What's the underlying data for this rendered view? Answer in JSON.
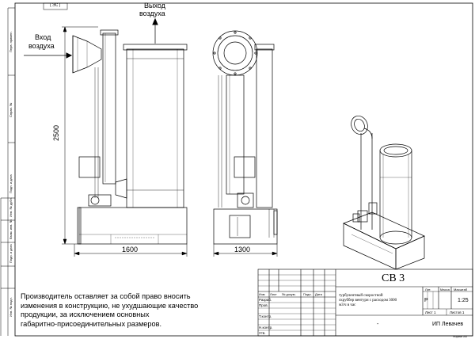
{
  "labels": {
    "top_code": "( ЭС )",
    "inlet_line1": "Вход",
    "inlet_line2": "воздуха",
    "outlet_line1": "Выход",
    "outlet_line2": "воздуха",
    "dim_height": "2500",
    "dim_width_front": "1600",
    "dim_width_side": "1300"
  },
  "side_strip": [
    "Перв. примен.",
    "Справ. №",
    "Подп. и дата",
    "Инв. № дубл.",
    "Взам. инв. №",
    "Подп. и дата",
    "Инв. № подл."
  ],
  "note": {
    "line1": "Производитель оставляет за собой право вносить",
    "line2": "изменения в конструкцию, не ухудшающие качество",
    "line3": "продукции, за исключением основных",
    "line4": "габаритно-присоединительных размеров."
  },
  "title_block": {
    "designation": "СВ 3",
    "name_line1": "турбулентный скоростной",
    "name_line2": "скруббер вентури с расходом 3000",
    "name_line3": "м3/ч в час",
    "col_lit": "Лит.",
    "col_mass": "Масса",
    "col_scale": "Масштаб",
    "lit_value": "Р",
    "scale_value": "1:25",
    "sheet": "Лист 1",
    "sheets": "Листов 1",
    "company": "ИП Левачев",
    "rows": [
      "Изм",
      "Лист",
      "№ докум.",
      "Подп.",
      "Дата"
    ],
    "role_dev": "Разраб.",
    "role_check": "Пров.",
    "role_tcontrol": "Т.контр.",
    "role_ncontrol": "Н.контр.",
    "role_approve": "Утв.",
    "format": "Формат А3",
    "dash": "-"
  }
}
